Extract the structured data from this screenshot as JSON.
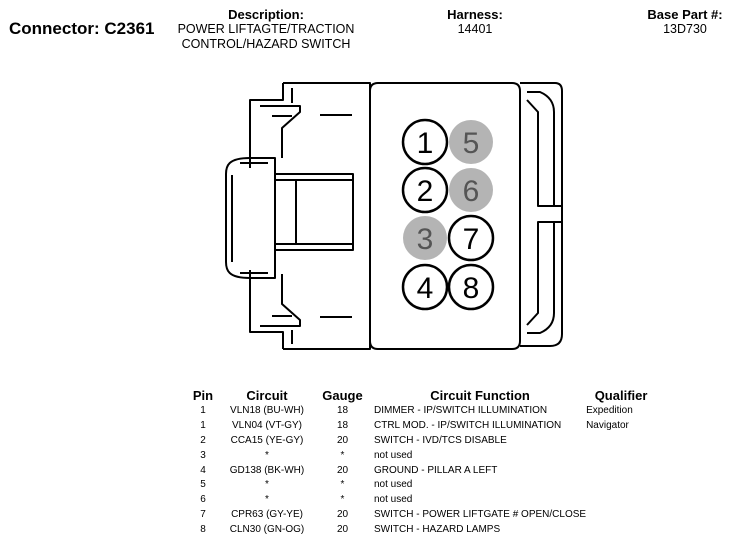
{
  "header": {
    "connector_label": "Connector: C2361",
    "description_label": "Description:",
    "description_lines": [
      "POWER LIFTAGTE/TRACTION",
      "CONTROL/HAZARD SWITCH"
    ],
    "harness_label": "Harness:",
    "harness_value": "14401",
    "base_part_label": "Base Part #:",
    "base_part_value": "13D730"
  },
  "connector_face": {
    "pins": [
      {
        "num": "1",
        "state": "used"
      },
      {
        "num": "5",
        "state": "not-used"
      },
      {
        "num": "2",
        "state": "used"
      },
      {
        "num": "6",
        "state": "not-used"
      },
      {
        "num": "3",
        "state": "not-used"
      },
      {
        "num": "7",
        "state": "used"
      },
      {
        "num": "4",
        "state": "used"
      },
      {
        "num": "8",
        "state": "used"
      }
    ],
    "colors": {
      "used_fill": "#ffffff",
      "unused_fill": "#b4b4b4",
      "unused_text": "#555555",
      "outline": "#000000"
    }
  },
  "table": {
    "headers": {
      "pin": "Pin",
      "circuit": "Circuit",
      "gauge": "Gauge",
      "function": "Circuit Function",
      "qualifier": "Qualifier"
    },
    "rows": [
      {
        "pin": "1",
        "circuit": "VLN18 (BU-WH)",
        "gauge": "18",
        "function": "DIMMER - IP/SWITCH ILLUMINATION",
        "qualifier": "Expedition"
      },
      {
        "pin": "1",
        "circuit": "VLN04 (VT-GY)",
        "gauge": "18",
        "function": "CTRL MOD. - IP/SWITCH ILLUMINATION",
        "qualifier": "Navigator"
      },
      {
        "pin": "2",
        "circuit": "CCA15 (YE-GY)",
        "gauge": "20",
        "function": "SWITCH - IVD/TCS DISABLE",
        "qualifier": ""
      },
      {
        "pin": "3",
        "circuit": "*",
        "gauge": "*",
        "function": "not used",
        "qualifier": ""
      },
      {
        "pin": "4",
        "circuit": "GD138 (BK-WH)",
        "gauge": "20",
        "function": "GROUND - PILLAR A LEFT",
        "qualifier": ""
      },
      {
        "pin": "5",
        "circuit": "*",
        "gauge": "*",
        "function": "not used",
        "qualifier": ""
      },
      {
        "pin": "6",
        "circuit": "*",
        "gauge": "*",
        "function": "not used",
        "qualifier": ""
      },
      {
        "pin": "7",
        "circuit": "CPR63 (GY-YE)",
        "gauge": "20",
        "function": "SWITCH - POWER LIFTGATE # OPEN/CLOSE",
        "qualifier": ""
      },
      {
        "pin": "8",
        "circuit": "CLN30 (GN-OG)",
        "gauge": "20",
        "function": "SWITCH - HAZARD LAMPS",
        "qualifier": ""
      }
    ]
  }
}
